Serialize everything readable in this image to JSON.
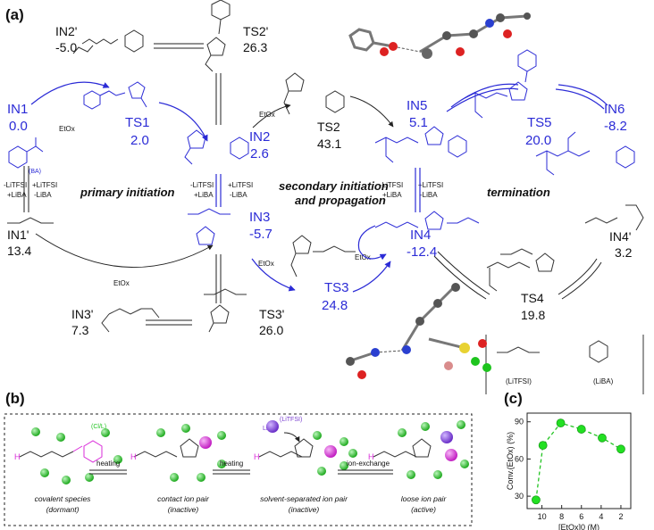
{
  "panels": {
    "a": "(a)",
    "b": "(b)",
    "c": "(c)"
  },
  "colors": {
    "blue": "#2b2bd6",
    "black": "#1a1a1a",
    "magenta": "#d92bd9",
    "green": "#22c422",
    "purple": "#7a3fd0"
  },
  "species": {
    "IN2p": {
      "name": "IN2'",
      "energy": "-5.0"
    },
    "TS2p": {
      "name": "TS2'",
      "energy": "26.3"
    },
    "IN1": {
      "name": "IN1",
      "energy": "0.0"
    },
    "TS1": {
      "name": "TS1",
      "energy": "2.0"
    },
    "IN2": {
      "name": "IN2",
      "energy": "2.6"
    },
    "IN3": {
      "name": "IN3",
      "energy": "-5.7"
    },
    "TS2": {
      "name": "TS2",
      "energy": "43.1"
    },
    "IN5": {
      "name": "IN5",
      "energy": "5.1"
    },
    "TS5": {
      "name": "TS5",
      "energy": "20.0"
    },
    "IN6": {
      "name": "IN6",
      "energy": "-8.2"
    },
    "IN1p": {
      "name": "IN1'",
      "energy": "13.4"
    },
    "IN4": {
      "name": "IN4",
      "energy": "-12.4"
    },
    "IN4p": {
      "name": "IN4'",
      "energy": "3.2"
    },
    "TS3": {
      "name": "TS3",
      "energy": "24.8"
    },
    "TS4": {
      "name": "TS4",
      "energy": "19.8"
    },
    "IN3p": {
      "name": "IN3'",
      "energy": "7.3"
    },
    "TS3p": {
      "name": "TS3'",
      "energy": "26.0"
    }
  },
  "labels": {
    "ba": "(BA)",
    "etox": "EtOx",
    "minus_litfsi": "-LiTFSI",
    "plus_liba": "+LiBA",
    "plus_litfsi": "+LiTFSI",
    "minus_liba": "-LiBA",
    "primary": "primary initiation",
    "secondary1": "secondary initiation",
    "secondary2": "and propagation",
    "termination": "termination",
    "litfsi": "(LiTFSI)",
    "liba": "(LiBA)"
  },
  "panel_b": {
    "heating": "heating",
    "ion_exchange": "ion-exchange",
    "cl_l": "(Cl/L)",
    "litfsi_tag": "(LiTFSI)",
    "states": [
      {
        "line1": "covalent species",
        "line2": "(dormant)"
      },
      {
        "line1": "contact ion pair",
        "line2": "(inactive)"
      },
      {
        "line1": "solvent-separated ion pair",
        "line2": "(inactive)"
      },
      {
        "line1": "loose ion pair",
        "line2": "(active)"
      }
    ]
  },
  "chart_data": {
    "type": "line",
    "xlabel": "[EtOx]0 (M)",
    "ylabel": "Conv.(EtOx) (%)",
    "x_ticks": [
      "10",
      "8",
      "6",
      "4",
      "2"
    ],
    "y_ticks": [
      "30",
      "60",
      "90"
    ],
    "xlim": [
      11.5,
      1
    ],
    "ylim": [
      20,
      97
    ],
    "x": [
      10.6,
      9.9,
      8.1,
      6.0,
      3.9,
      2.0
    ],
    "y": [
      27,
      71,
      89,
      84,
      77,
      68
    ]
  }
}
